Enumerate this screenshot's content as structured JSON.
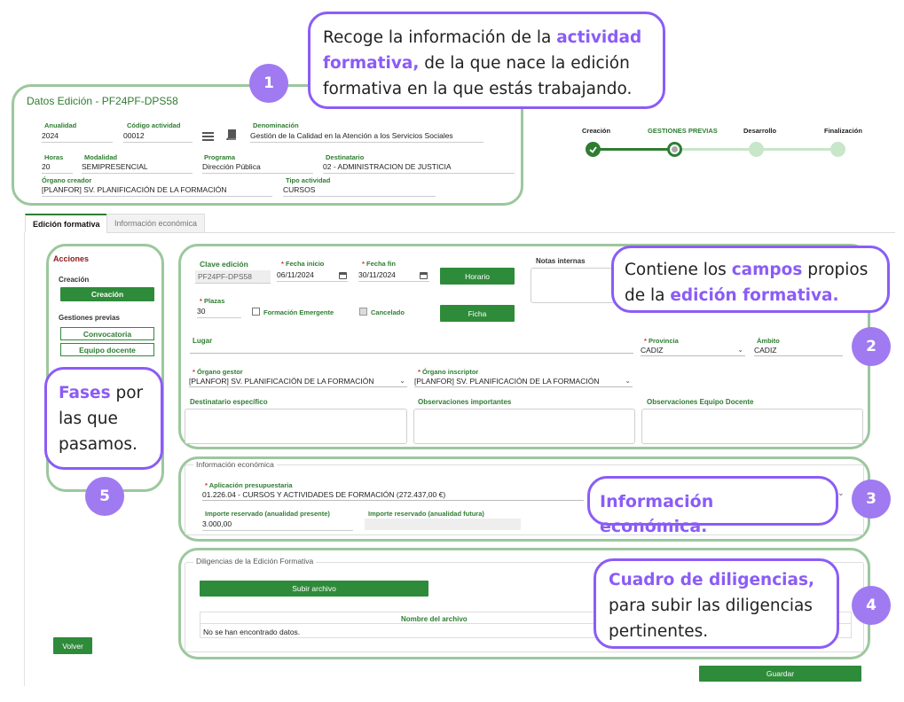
{
  "callouts": {
    "c1": {
      "pre": "Recoge la información de la ",
      "hl": "actividad formativa,",
      "post": " de la que nace la edición formativa en la que estás trabajando."
    },
    "c2": {
      "pre": "Contiene los ",
      "hl1": "campos",
      "mid": " propios de la ",
      "hl2": "edición formativa."
    },
    "c3": {
      "hl": "Información económica."
    },
    "c4": {
      "hl": "Cuadro de diligencias,",
      "post": " para subir las diligencias pertinentes."
    },
    "c5": {
      "hl": "Fases",
      "post": " por las que pasamos."
    }
  },
  "badges": {
    "b1": "1",
    "b2": "2",
    "b3": "3",
    "b4": "4",
    "b5": "5"
  },
  "datos": {
    "title": "Datos Edición - PF24PF-DPS58",
    "anualidad_label": "Anualidad",
    "anualidad": "2024",
    "codigo_label": "Código actividad",
    "codigo": "00012",
    "denominacion_label": "Denominación",
    "denominacion": "Gestión de la Calidad en la Atención a los Servicios Sociales",
    "horas_label": "Horas",
    "horas": "20",
    "modalidad_label": "Modalidad",
    "modalidad": "SEMIPRESENCIAL",
    "programa_label": "Programa",
    "programa": "Dirección Pública",
    "destinatario_label": "Destinatario",
    "destinatario": "02 - ADMINISTRACION DE JUSTICIA",
    "organo_label": "Órgano creador",
    "organo": "[PLANFOR] SV. PLANIFICACIÓN DE LA FORMACIÓN",
    "tipo_label": "Tipo actividad",
    "tipo": "CURSOS"
  },
  "stepper": {
    "steps": [
      "Creación",
      "GESTIONES PREVIAS",
      "Desarrollo",
      "Finalización"
    ],
    "colors": {
      "done": "#2e7d32",
      "pending": "#c8e6c9"
    }
  },
  "tabs": {
    "t1": "Edición formativa",
    "t2": "Información económica"
  },
  "acciones": {
    "title": "Acciones",
    "creacion_heading": "Creación",
    "creacion_btn": "Creación",
    "gestiones_heading": "Gestiones previas",
    "convocatoria_btn": "Convocatoria",
    "equipo_btn": "Equipo docente"
  },
  "form": {
    "clave_label": "Clave edición",
    "clave": "PF24PF-DPS58",
    "fecha_inicio_label": "Fecha inicio",
    "fecha_inicio": "06/11/2024",
    "fecha_fin_label": "Fecha fin",
    "fecha_fin": "30/11/2024",
    "horario_btn": "Horario",
    "notas_label": "Notas internas",
    "plazas_label": "Plazas",
    "plazas": "30",
    "emergente_label": "Formación Emergente",
    "cancelado_label": "Cancelado",
    "ficha_btn": "Ficha",
    "lugar_label": "Lugar",
    "provincia_label": "Provincia",
    "provincia": "CADIZ",
    "ambito_label": "Ámbito",
    "ambito": "CADIZ",
    "gestor_label": "Órgano gestor",
    "gestor": "[PLANFOR] SV. PLANIFICACIÓN DE LA FORMACIÓN",
    "inscriptor_label": "Órgano inscriptor",
    "inscriptor": "[PLANFOR] SV. PLANIFICACIÓN DE LA FORMACIÓN",
    "destinatario_esp_label": "Destinatario específico",
    "obs_importantes_label": "Observaciones importantes",
    "obs_equipo_label": "Observaciones Equipo Docente",
    "required_mark": "*"
  },
  "economica": {
    "legend": "Información económica",
    "aplicacion_label": "Aplicación presupuestaria",
    "aplicacion": "01.226.04 - CURSOS Y ACTIVIDADES DE FORMACIÓN (272.437,00 €)",
    "importe_presente_label": "Importe reservado (anualidad presente)",
    "importe_presente": "3.000,00",
    "importe_futura_label": "Importe reservado (anualidad futura)"
  },
  "diligencias": {
    "legend": "Diligencias de la Edición Formativa",
    "subir_btn": "Subir archivo",
    "col_nombre": "Nombre del archivo",
    "empty": "No se han encontrado datos."
  },
  "footer": {
    "volver": "Volver",
    "guardar": "Guardar"
  }
}
